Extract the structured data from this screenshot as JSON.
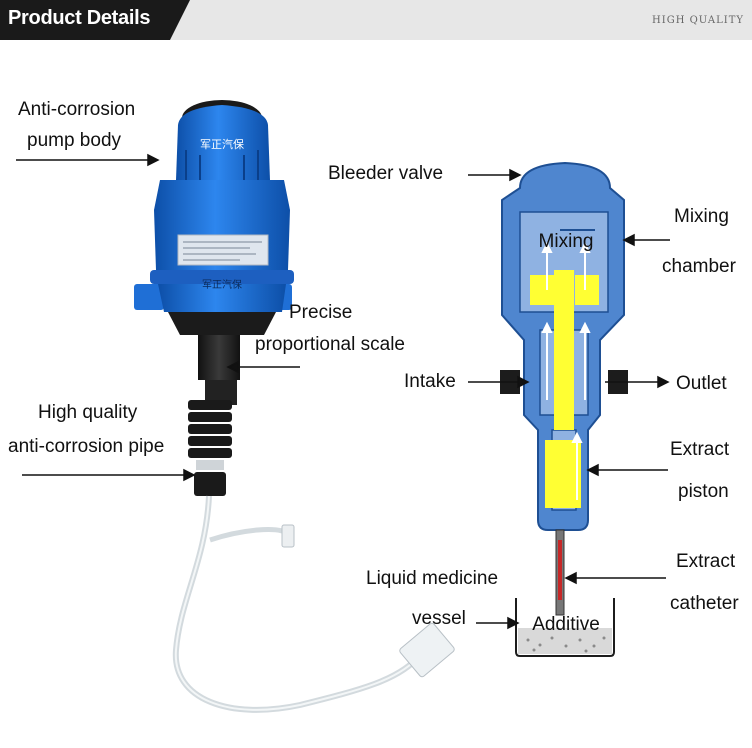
{
  "banner": {
    "title": "Product Details",
    "tagline": "HIGH QUALITY"
  },
  "pump": {
    "brand_top": "军正汽保",
    "brand_bottom": "军正汽保"
  },
  "left_labels": {
    "pump_body_l1": "Anti-corrosion",
    "pump_body_l2": "pump body",
    "scale_l1": "Precise",
    "scale_l2": "proportional scale",
    "pipe_l1": "High quality",
    "pipe_l2": "anti-corrosion pipe",
    "vessel_l1": "Liquid medicine",
    "vessel_l2": "vessel"
  },
  "diagram_labels": {
    "bleeder": "Bleeder valve",
    "mixing_inner": "Mixing",
    "mixing_l1": "Mixing",
    "mixing_l2": "chamber",
    "intake": "Intake",
    "outlet": "Outlet",
    "piston_l1": "Extract",
    "piston_l2": "piston",
    "catheter_l1": "Extract",
    "catheter_l2": "catheter",
    "additive": "Additive"
  },
  "colors": {
    "banner_dark": "#1a1a1a",
    "pump_blue": "#1f6fd6",
    "diagram_blue": "#4f86cf",
    "piston_yellow": "#ffff33"
  }
}
